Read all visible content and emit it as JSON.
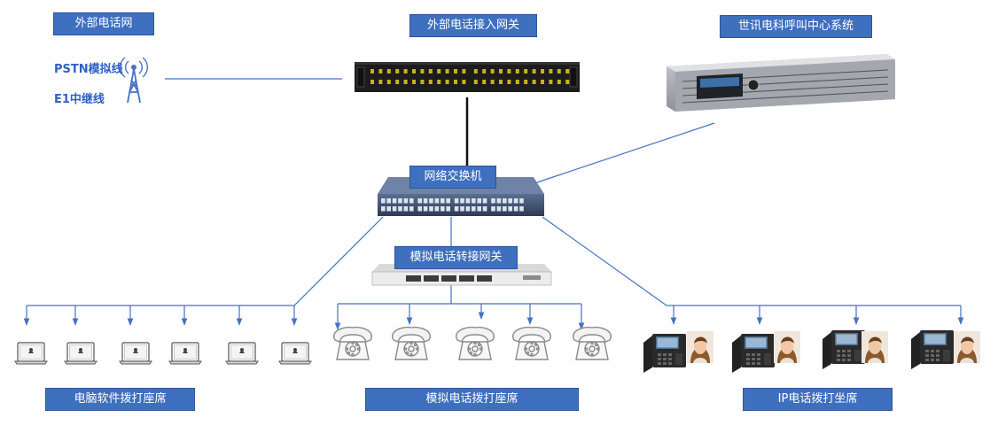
{
  "labels": {
    "external_network": "外部电话网",
    "gateway": "外部电话接入网关",
    "call_center": "世讯电科呼叫中心系统",
    "switch": "网络交换机",
    "analog_gateway": "模拟电话转接网关",
    "pc_seats": "电脑软件拨打座席",
    "analog_seats": "模拟电话拨打座席",
    "ip_seats": "IP电话拨打坐席"
  },
  "lines": {
    "pstn": "PSTN模拟线",
    "e1": "E1中继线"
  },
  "colors": {
    "label_bg": "#3f6fbf",
    "line_blue": "#4472c4",
    "text_blue": "#2f62c4"
  },
  "icons": [
    "antenna-icon",
    "laptop-icon",
    "analog-phone-icon",
    "ip-phone-icon",
    "person-icon"
  ]
}
